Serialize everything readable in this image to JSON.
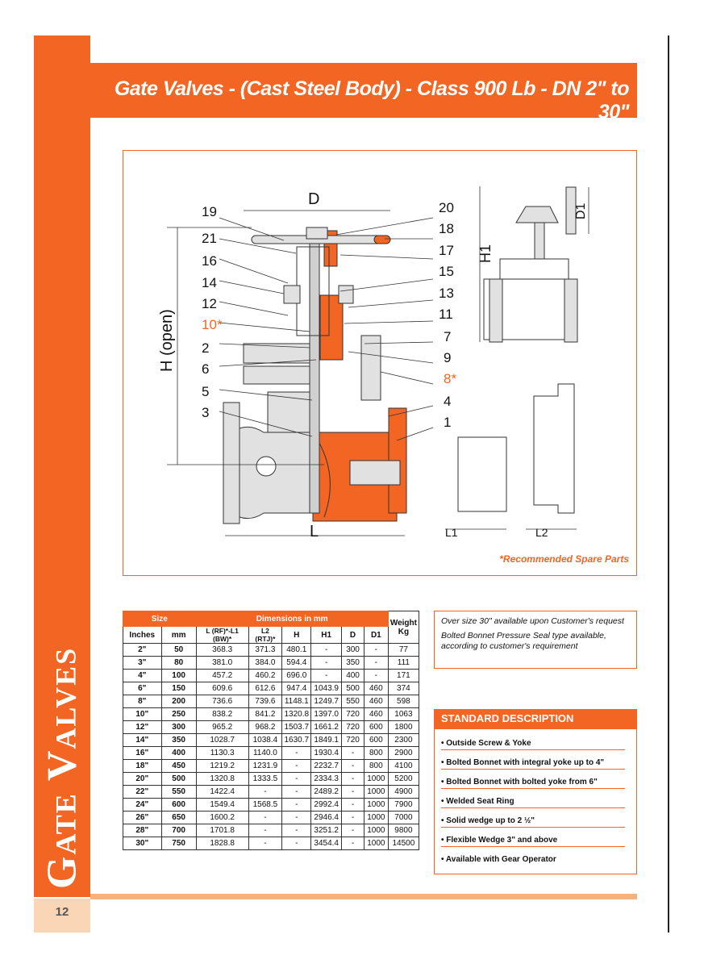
{
  "sidebar": {
    "label": "Gate Valves"
  },
  "page_number": "12",
  "title": "Gate Valves - (Cast Steel Body) - Class 900 Lb - DN 2\" to 30\"",
  "diagram": {
    "labels_left": [
      "19",
      "21",
      "16",
      "14",
      "12",
      "10*",
      "2",
      "6",
      "5",
      "3"
    ],
    "labels_right": [
      "20",
      "18",
      "17",
      "15",
      "13",
      "11",
      "7",
      "9",
      "8*",
      "4",
      "1"
    ],
    "dim_D": "D",
    "dim_H": "H (open)",
    "dim_L": "L",
    "dim_L1": "L1",
    "dim_L2": "L2",
    "dim_H1": "H1",
    "dim_D1": "D1",
    "spare_note": "*Recommended Spare Parts"
  },
  "table": {
    "group_size": "Size",
    "group_dims": "Dimensions in mm",
    "columns": [
      "Inches",
      "mm",
      "L (RF)*-L1 (BW)*",
      "L2 (RTJ)*",
      "H",
      "H1",
      "D",
      "D1",
      "Weight Kg"
    ],
    "rows": [
      [
        "2\"",
        "50",
        "368.3",
        "371.3",
        "480.1",
        "-",
        "300",
        "-",
        "77"
      ],
      [
        "3\"",
        "80",
        "381.0",
        "384.0",
        "594.4",
        "-",
        "350",
        "-",
        "111"
      ],
      [
        "4\"",
        "100",
        "457.2",
        "460.2",
        "696.0",
        "-",
        "400",
        "-",
        "171"
      ],
      [
        "6\"",
        "150",
        "609.6",
        "612.6",
        "947.4",
        "1043.9",
        "500",
        "460",
        "374"
      ],
      [
        "8\"",
        "200",
        "736.6",
        "739.6",
        "1148.1",
        "1249.7",
        "550",
        "460",
        "598"
      ],
      [
        "10\"",
        "250",
        "838.2",
        "841.2",
        "1320.8",
        "1397.0",
        "720",
        "460",
        "1063"
      ],
      [
        "12\"",
        "300",
        "965.2",
        "968.2",
        "1503.7",
        "1661.2",
        "720",
        "600",
        "1800"
      ],
      [
        "14\"",
        "350",
        "1028.7",
        "1038.4",
        "1630.7",
        "1849.1",
        "720",
        "600",
        "2300"
      ],
      [
        "16\"",
        "400",
        "1130.3",
        "1140.0",
        "-",
        "1930.4",
        "-",
        "800",
        "2900"
      ],
      [
        "18\"",
        "450",
        "1219.2",
        "1231.9",
        "-",
        "2232.7",
        "-",
        "800",
        "4100"
      ],
      [
        "20\"",
        "500",
        "1320.8",
        "1333.5",
        "-",
        "2334.3",
        "-",
        "1000",
        "5200"
      ],
      [
        "22\"",
        "550",
        "1422.4",
        "-",
        "-",
        "2489.2",
        "-",
        "1000",
        "4900"
      ],
      [
        "24\"",
        "600",
        "1549.4",
        "1568.5",
        "-",
        "2992.4",
        "-",
        "1000",
        "7900"
      ],
      [
        "26\"",
        "650",
        "1600.2",
        "-",
        "-",
        "2946.4",
        "-",
        "1000",
        "7000"
      ],
      [
        "28\"",
        "700",
        "1701.8",
        "-",
        "-",
        "3251.2",
        "-",
        "1000",
        "9800"
      ],
      [
        "30\"",
        "750",
        "1828.8",
        "-",
        "-",
        "3454.4",
        "-",
        "1000",
        "14500"
      ]
    ]
  },
  "notes": [
    "Over size 30\" available upon Customer's request",
    "Bolted Bonnet Pressure Seal type available, according to customer's requirement"
  ],
  "standard": {
    "heading": "STANDARD DESCRIPTION",
    "items": [
      "• Outside Screw & Yoke",
      "• Bolted Bonnet with integral yoke up to 4\"",
      "• Bolted Bonnet with bolted yoke from 6\"",
      "• Welded Seat Ring",
      "• Solid wedge up to 2 ½\"",
      "• Flexible Wedge 3\" and above",
      "• Available with Gear Operator"
    ]
  },
  "colors": {
    "accent": "#f26522",
    "light_accent": "#f7b17a",
    "body_fill": "#e1e1e1"
  }
}
